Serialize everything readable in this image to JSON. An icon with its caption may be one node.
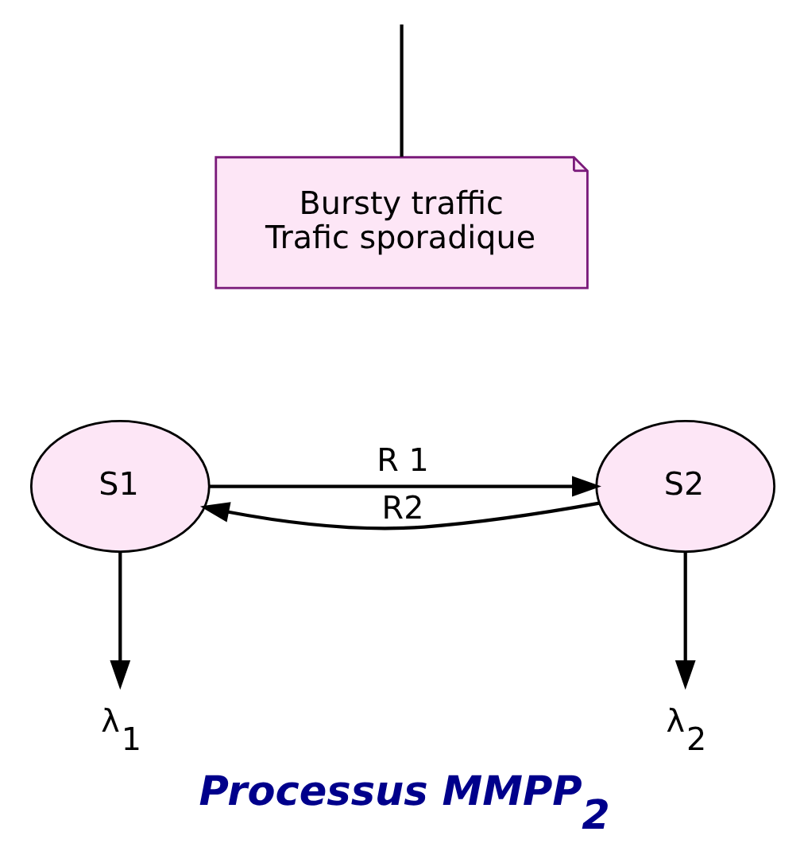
{
  "diagram": {
    "caption": "Processus MMPP$_{2}$",
    "nodes": [
      {
        "text": [
          "Bursty traffic",
          "Trafic sporadique"
        ]
      },
      {
        "text": [
          "S1"
        ]
      },
      {
        "text": [
          "S2"
        ]
      },
      {
        "text": [
          "λ$_{1}$"
        ]
      },
      {
        "text": [
          "λ$_{2}$"
        ]
      }
    ],
    "edges": [
      {
        "from": null,
        "to": 0,
        "arrow": "none"
      },
      {
        "from": 1,
        "to": 2,
        "arrow": "to",
        "label": "R 1"
      },
      {
        "from": 2,
        "to": 1,
        "arrow": "to",
        "label": "R2"
      },
      {
        "from": 1,
        "to": 3,
        "arrow": "to"
      },
      {
        "from": 2,
        "to": 4,
        "arrow": "to"
      }
    ]
  }
}
